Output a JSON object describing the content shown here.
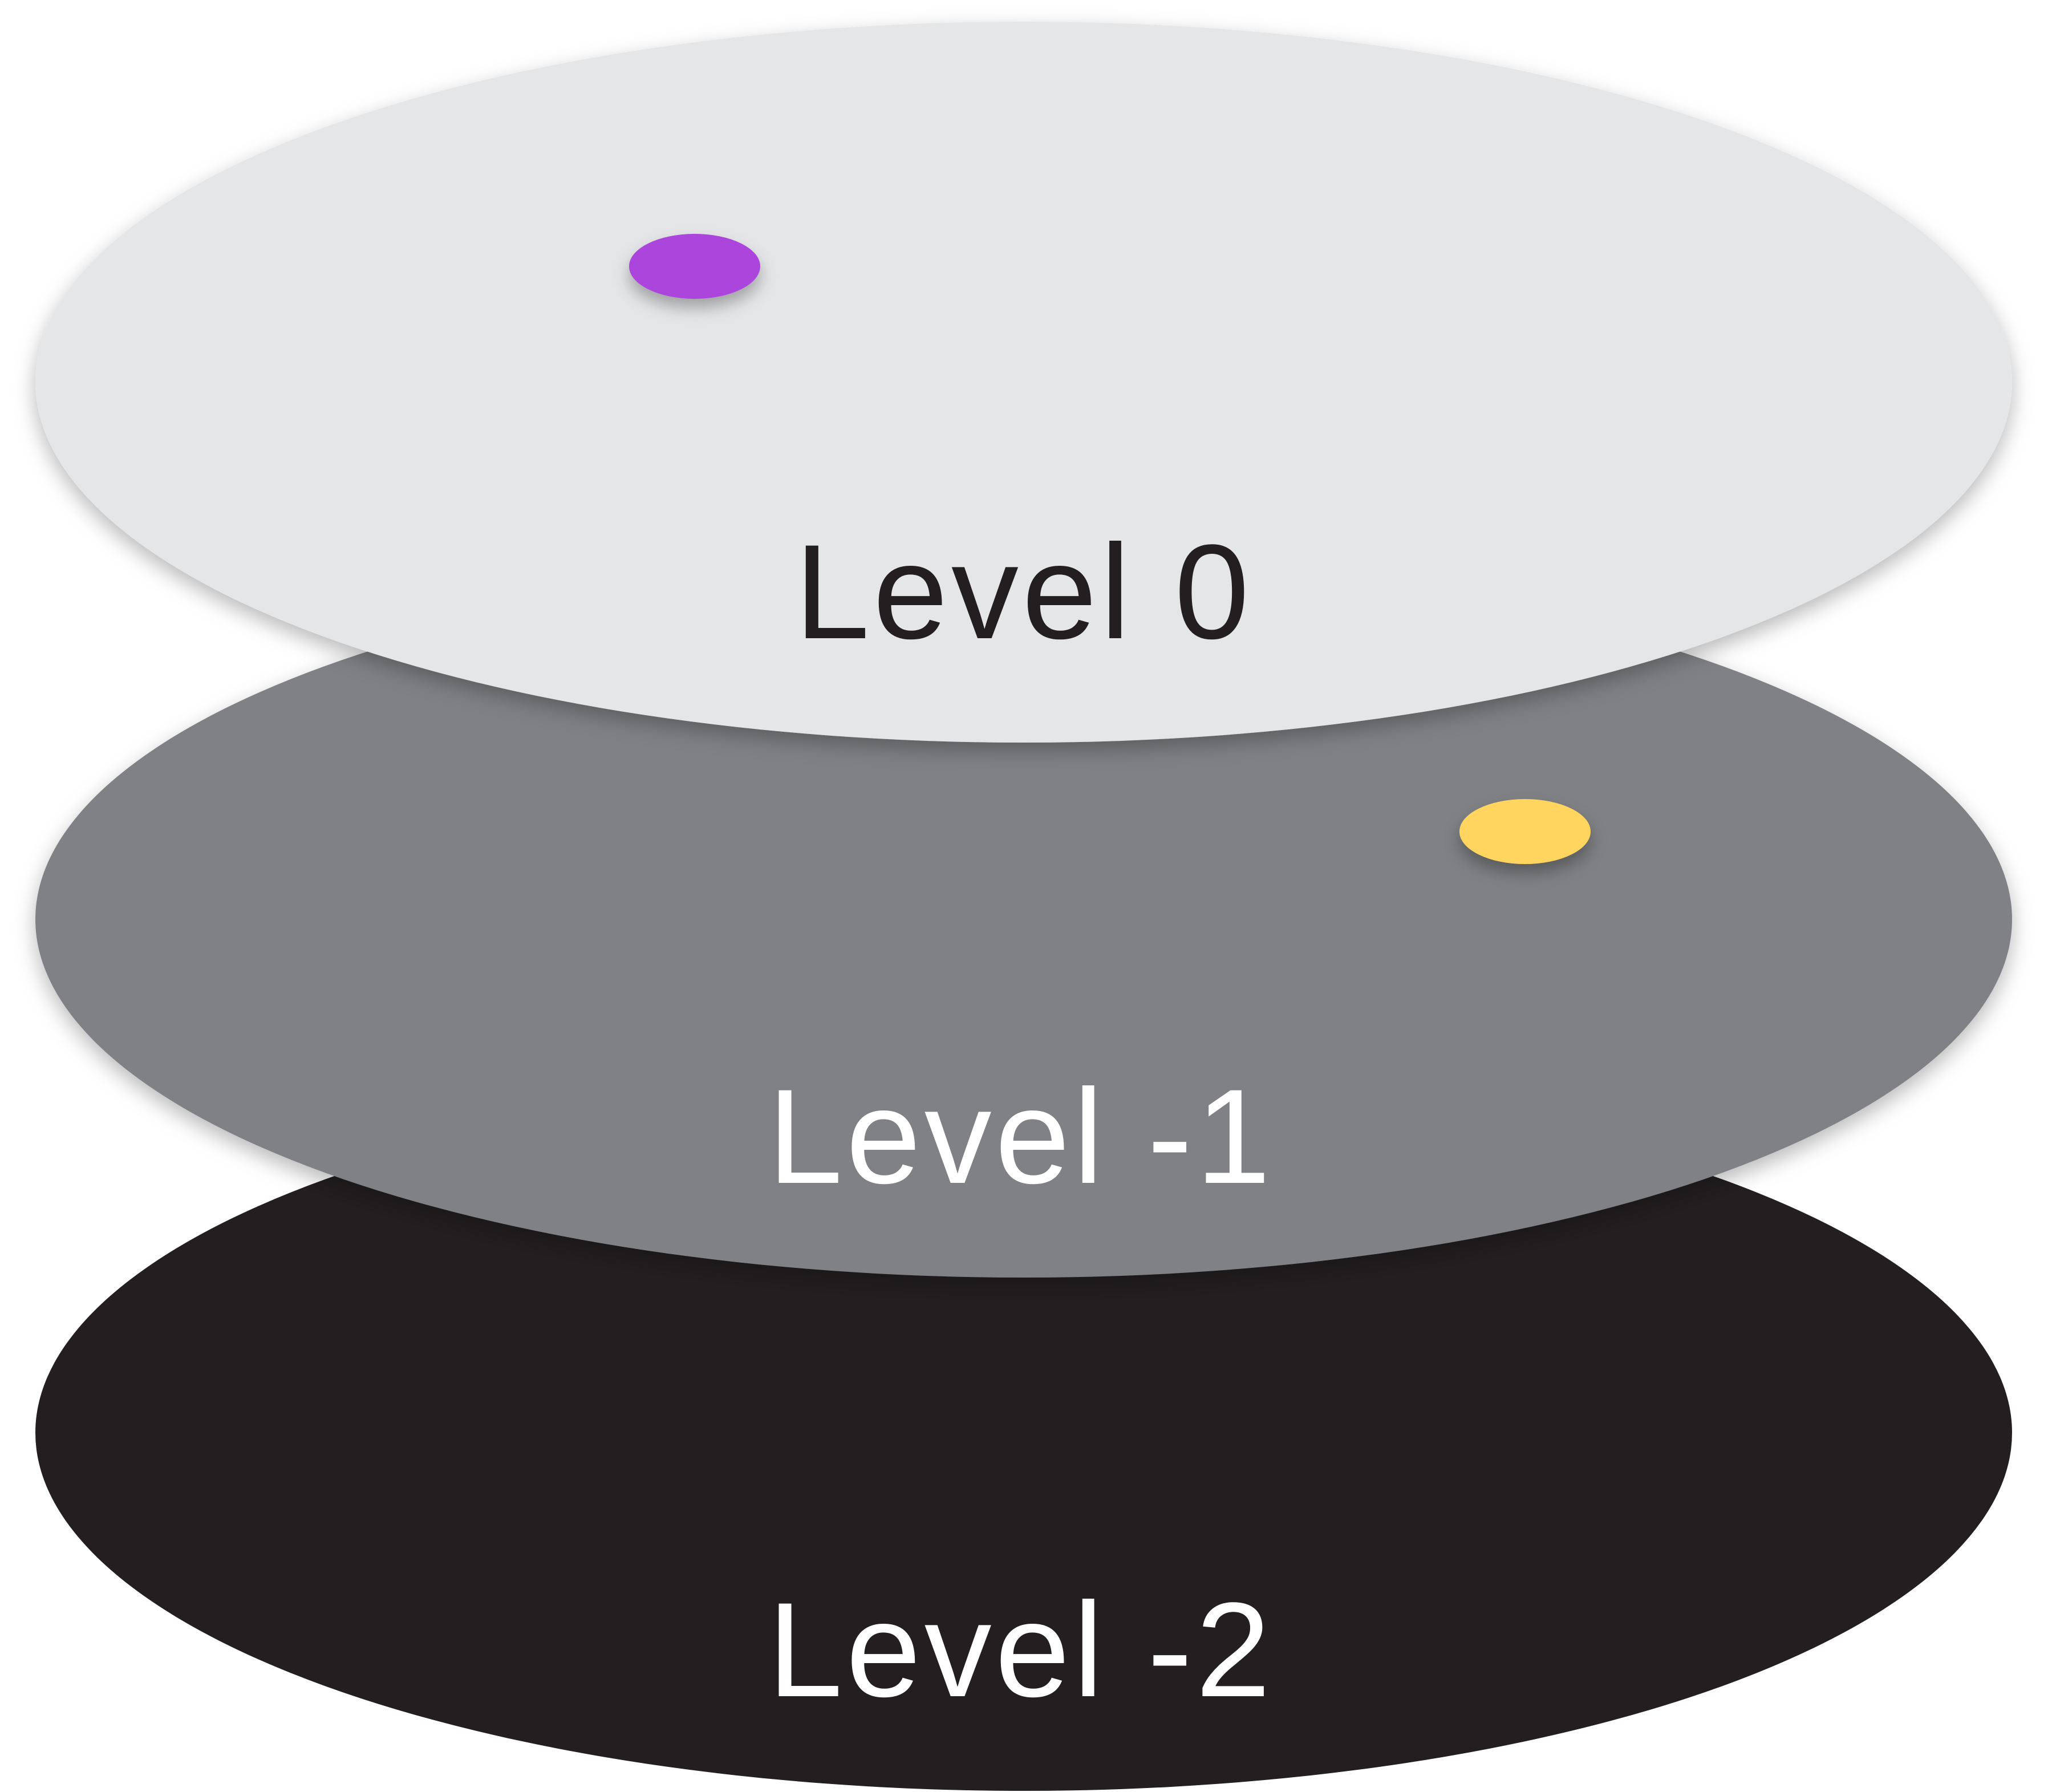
{
  "diagram": {
    "levels": [
      {
        "label": "Level 0",
        "fill": "#e5e6e8",
        "text_color": "#231f20"
      },
      {
        "label": "Level -1",
        "fill": "#808184",
        "text_color": "#ffffff"
      },
      {
        "label": "Level -2",
        "fill": "#231f20",
        "text_color": "#ffffff"
      }
    ],
    "markers": [
      {
        "level": "Level 0",
        "color": "#ac45dc"
      },
      {
        "level": "Level -1",
        "color": "#ffd55f"
      }
    ]
  }
}
